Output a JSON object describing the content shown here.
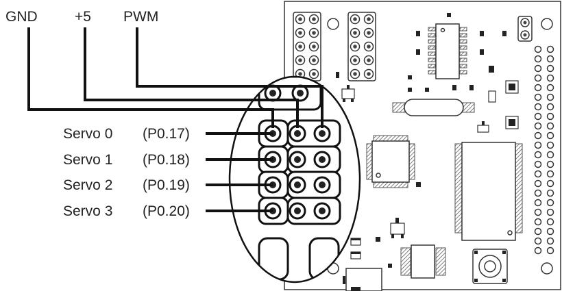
{
  "header_labels": {
    "gnd": "GND",
    "v5": "+5",
    "pwm": "PWM"
  },
  "servos": [
    {
      "name": "Servo 0",
      "pin": "(P0.17)"
    },
    {
      "name": "Servo 1",
      "pin": "(P0.18)"
    },
    {
      "name": "Servo 2",
      "pin": "(P0.19)"
    },
    {
      "name": "Servo 3",
      "pin": "(P0.20)"
    }
  ],
  "colors": {
    "line": "#111111",
    "board_outline": "#333333",
    "text": "#222222"
  }
}
